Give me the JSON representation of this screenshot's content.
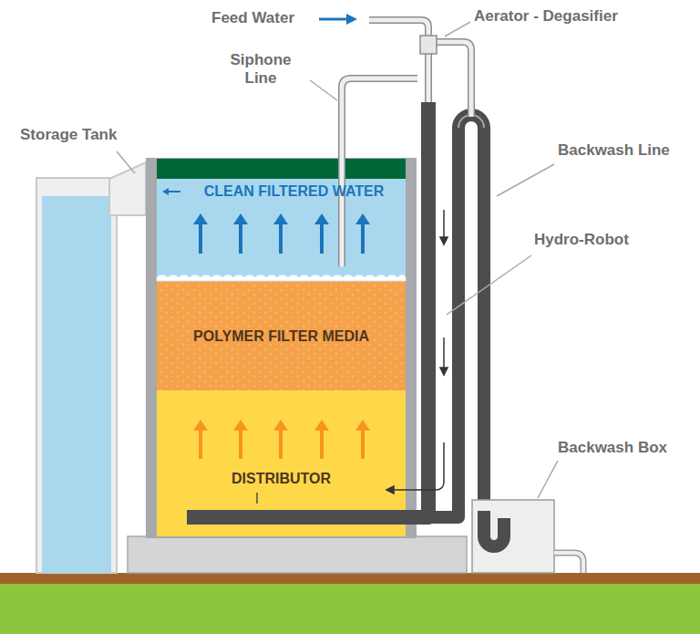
{
  "diagram": {
    "nodes": [
      {
        "text": [
          "CLEAN FILTERED WATER"
        ]
      },
      {
        "text": [
          "POLYMER FILTER MEDIA"
        ]
      },
      {
        "text": [
          "DISTRIBUTOR"
        ]
      }
    ],
    "labels": [
      "Feed Water",
      "Aerator - Degasifier",
      "Siphone Line",
      "Storage Tank",
      "Backwash Line",
      "Hydro-Robot",
      "Backwash Box"
    ]
  }
}
